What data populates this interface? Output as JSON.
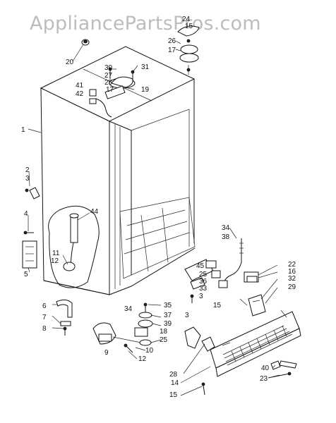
{
  "watermark": "AppliancePartsPros.com",
  "callouts": {
    "c1": "1",
    "c2": "2",
    "c3a": "3",
    "c3b": "3",
    "c3c": "3",
    "c4": "4",
    "c5": "5",
    "c6": "6",
    "c7": "7",
    "c8": "8",
    "c9": "9",
    "c10": "10",
    "c11": "11",
    "c12a": "12",
    "c12b": "12",
    "c14": "14",
    "c15a": "15",
    "c15b": "15",
    "c15c": "15",
    "c16": "16",
    "c17a": "17",
    "c17b": "17",
    "c18": "18",
    "c19": "19",
    "c20": "20",
    "c22": "22",
    "c23": "23",
    "c24": "24",
    "c25a": "25",
    "c25b": "25",
    "c25c": "25",
    "c26": "26",
    "c27": "27",
    "c28": "28",
    "c29": "29",
    "c30": "30",
    "c31": "31",
    "c32": "32",
    "c33": "33",
    "c34a": "34",
    "c34b": "34",
    "c35": "35",
    "c36": "36",
    "c37": "37",
    "c38": "38",
    "c39": "39",
    "c40": "40",
    "c41": "41",
    "c42": "42",
    "c44": "44",
    "c45": "45"
  }
}
